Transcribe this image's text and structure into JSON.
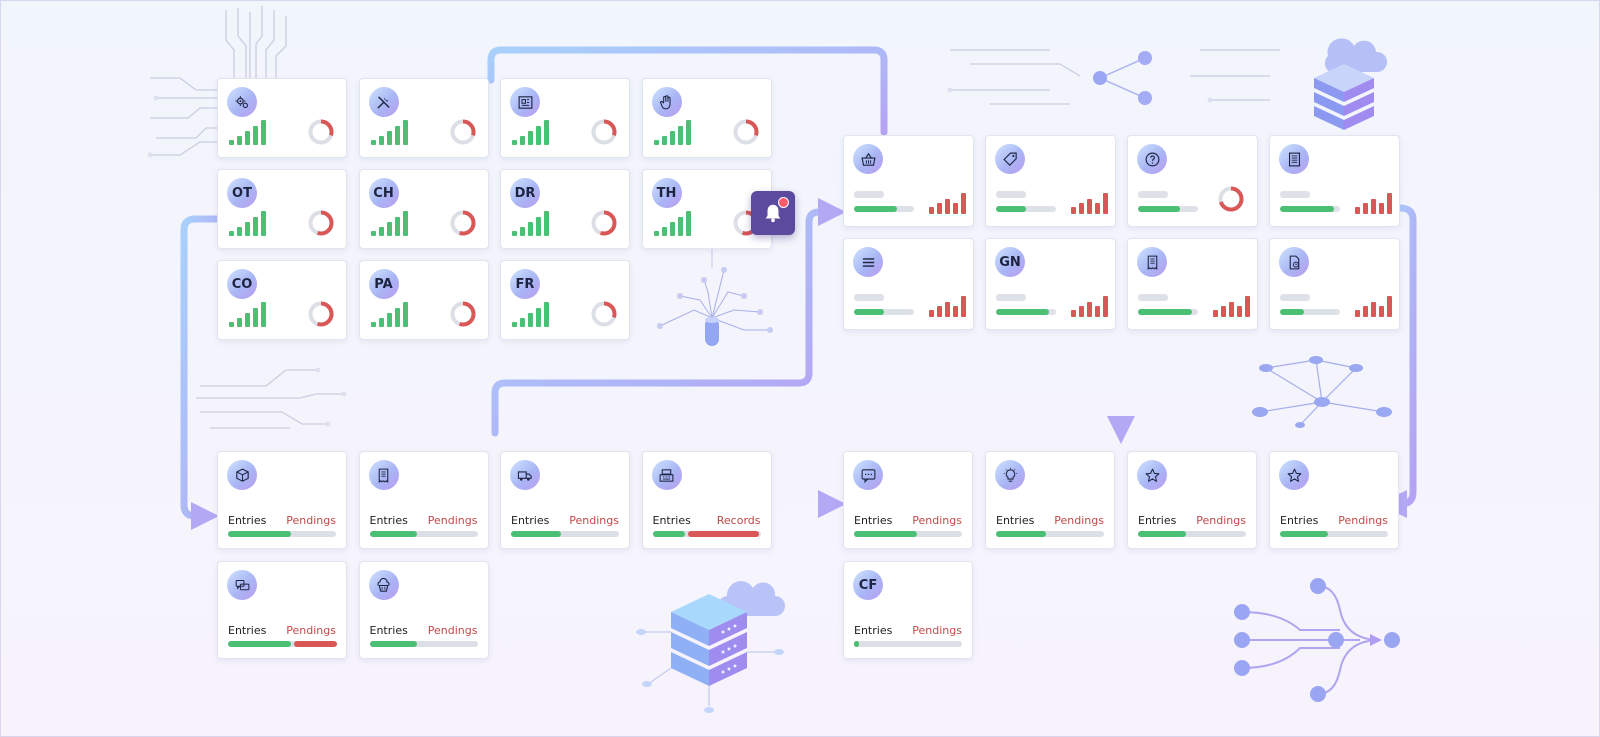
{
  "colors": {
    "green": "#4bbf73",
    "red": "#d95757",
    "track": "#dcdfe6",
    "accent_purple": "#5b4a9e",
    "arrow_blue": "#a8c8fb",
    "arrow_violet": "#b3a3f5"
  },
  "top_left_grid": [
    {
      "icon": "gears-icon",
      "text": "",
      "ring": 0.3
    },
    {
      "icon": "tools-icon",
      "text": "",
      "ring": 0.3
    },
    {
      "icon": "blueprint-icon",
      "text": "",
      "ring": 0.3
    },
    {
      "icon": "hand-icon",
      "text": "",
      "ring": 0.3
    },
    {
      "icon": "",
      "text": "OT",
      "ring": 0.55
    },
    {
      "icon": "",
      "text": "CH",
      "ring": 0.55
    },
    {
      "icon": "",
      "text": "DR",
      "ring": 0.55
    },
    {
      "icon": "",
      "text": "TH",
      "ring": 0.55
    },
    {
      "icon": "",
      "text": "CO",
      "ring": 0.55
    },
    {
      "icon": "",
      "text": "PA",
      "ring": 0.55
    },
    {
      "icon": "",
      "text": "FR",
      "ring": 0.3
    }
  ],
  "top_right_grid": [
    {
      "icon": "basket-icon",
      "text": "",
      "progress": 0.72,
      "chart": "bars"
    },
    {
      "icon": "tag-icon",
      "text": "",
      "progress": 0.5,
      "chart": "bars"
    },
    {
      "icon": "help-icon",
      "text": "",
      "progress": 0.7,
      "chart": "ring"
    },
    {
      "icon": "report-icon",
      "text": "",
      "progress": 0.9,
      "chart": "bars"
    },
    {
      "icon": "menu-icon",
      "text": "",
      "progress": 0.5,
      "chart": "bars"
    },
    {
      "icon": "",
      "text": "GN",
      "progress": 0.88,
      "chart": "bars"
    },
    {
      "icon": "receipt-icon",
      "text": "",
      "progress": 0.9,
      "chart": "bars"
    },
    {
      "icon": "document-clock-icon",
      "text": "",
      "progress": 0.4,
      "chart": "bars"
    }
  ],
  "bottom_left_grid": [
    {
      "icon": "box-icon",
      "text": "",
      "left": "Entries",
      "right": "Pendings",
      "progress": 0.58,
      "red": 0
    },
    {
      "icon": "receipt-icon",
      "text": "",
      "left": "Entries",
      "right": "Pendings",
      "progress": 0.44,
      "red": 0
    },
    {
      "icon": "truck-icon",
      "text": "",
      "left": "Entries",
      "right": "Pendings",
      "progress": 0.46,
      "red": 0
    },
    {
      "icon": "register-icon",
      "text": "",
      "left": "Entries",
      "right": "Records",
      "progress": 0.3,
      "red": 0.66
    },
    {
      "icon": "chat-bubbles-icon",
      "text": "",
      "left": "Entries",
      "right": "Pendings",
      "progress": 0.58,
      "red": 0.4
    },
    {
      "icon": "cupcake-icon",
      "text": "",
      "left": "Entries",
      "right": "Pendings",
      "progress": 0.44,
      "red": 0
    }
  ],
  "bottom_right_grid": [
    {
      "icon": "chat-icon",
      "text": "",
      "left": "Entries",
      "right": "Pendings",
      "progress": 0.58,
      "red": 0
    },
    {
      "icon": "bulb-icon",
      "text": "",
      "left": "Entries",
      "right": "Pendings",
      "progress": 0.46,
      "red": 0
    },
    {
      "icon": "star-icon",
      "text": "",
      "left": "Entries",
      "right": "Pendings",
      "progress": 0.44,
      "red": 0
    },
    {
      "icon": "star-icon",
      "text": "",
      "left": "Entries",
      "right": "Pendings",
      "progress": 0.44,
      "red": 0
    },
    {
      "icon": "",
      "text": "CF",
      "left": "Entries",
      "right": "Pendings",
      "progress": 0.05,
      "red": 0
    }
  ],
  "decorations": [
    "circuit-icon",
    "network-icon",
    "cloud-server-icon",
    "database-icon",
    "node-graph-icon",
    "merge-flow-icon",
    "bell-icon"
  ]
}
